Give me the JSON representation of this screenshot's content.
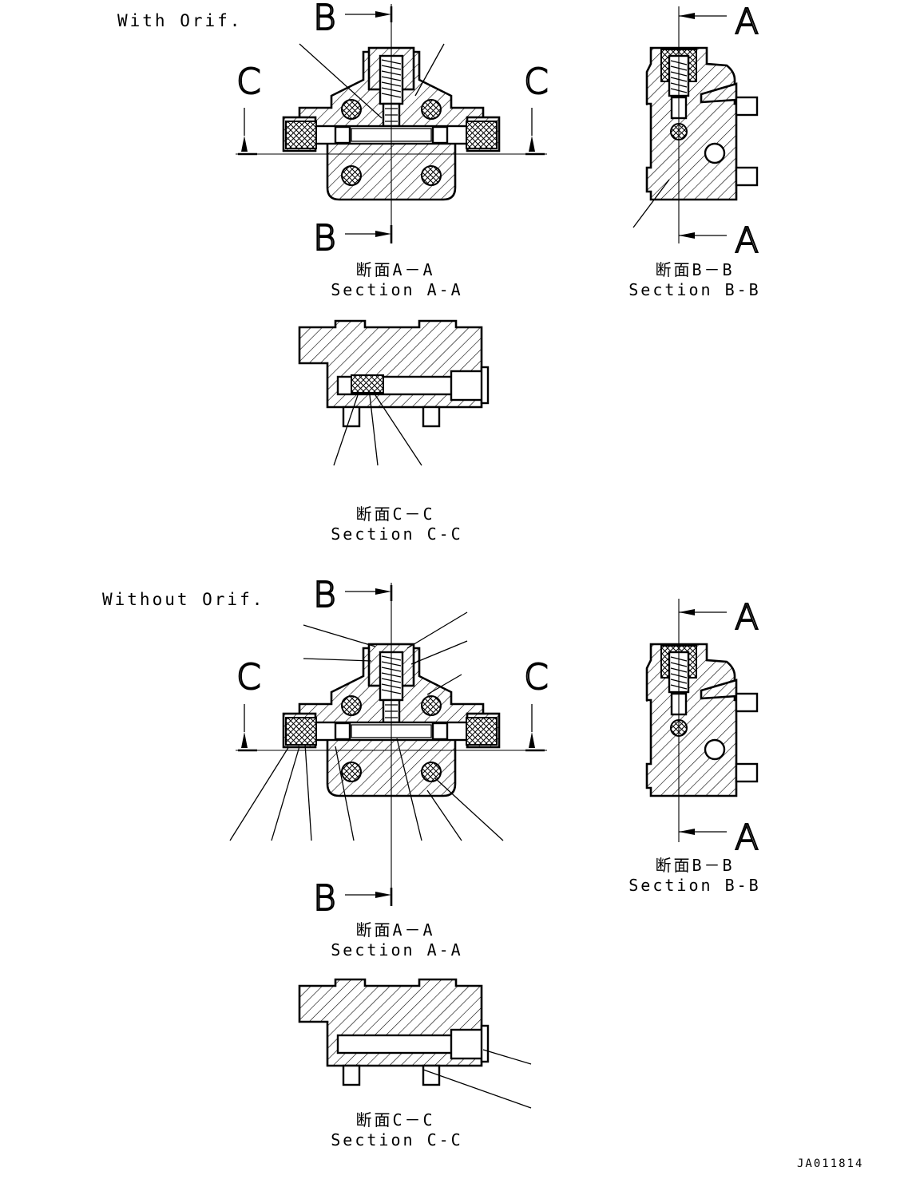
{
  "variants": [
    {
      "label": "With Orif.",
      "views": {
        "section_aa": {
          "jp": "断面A－A",
          "en": "Section A-A"
        },
        "section_bb": {
          "jp": "断面B－B",
          "en": "Section B-B"
        },
        "section_cc": {
          "jp": "断面C－C",
          "en": "Section C-C"
        }
      }
    },
    {
      "label": "Without Orif.",
      "views": {
        "section_aa": {
          "jp": "断面A－A",
          "en": "Section A-A"
        },
        "section_bb": {
          "jp": "断面B－B",
          "en": "Section B-B"
        },
        "section_cc": {
          "jp": "断面C－C",
          "en": "Section C-C"
        }
      }
    }
  ],
  "cut_markers": {
    "a": "A",
    "b": "B",
    "c": "C"
  },
  "drawing_code": "JA011814"
}
